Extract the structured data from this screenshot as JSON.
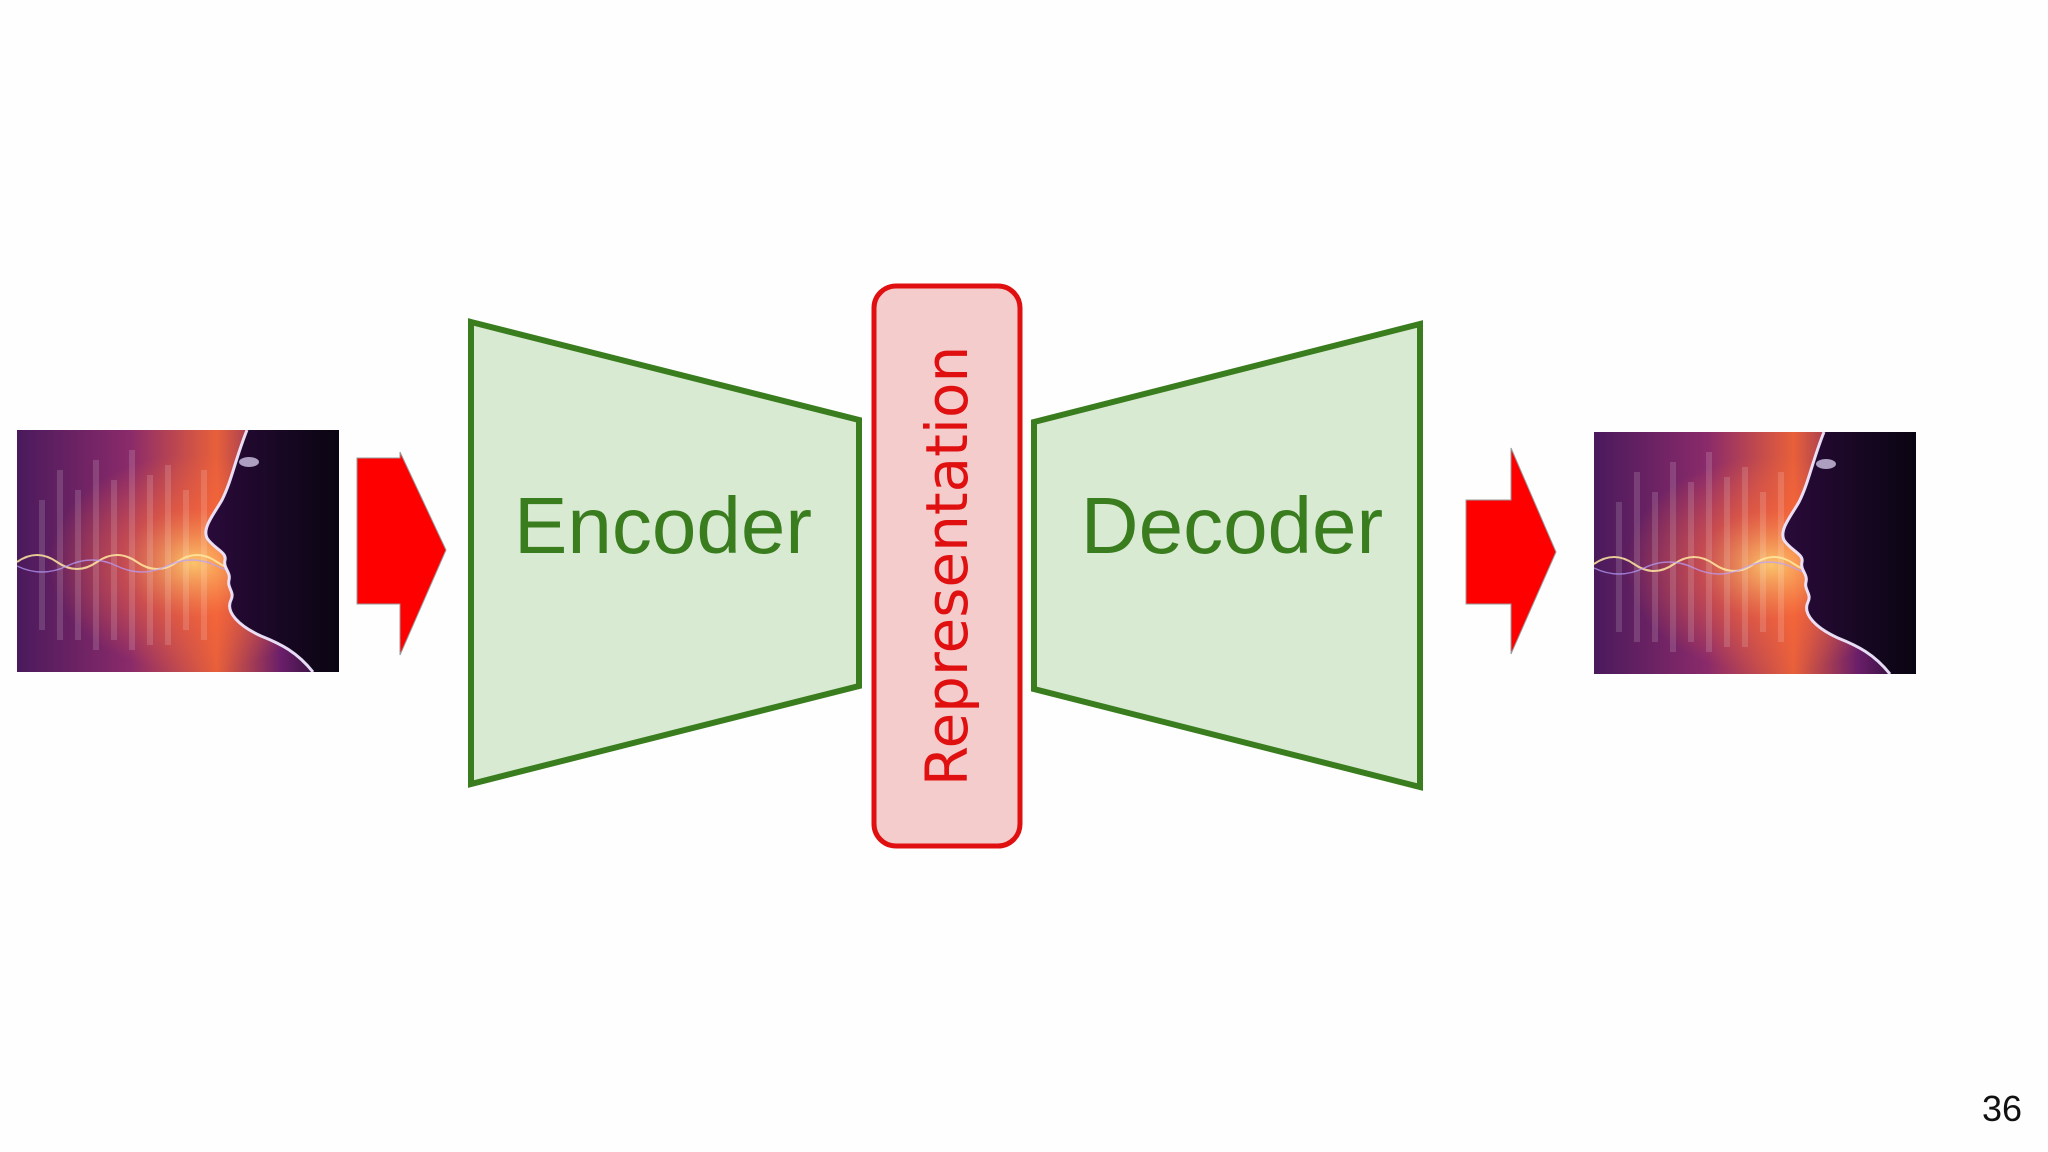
{
  "diagram": {
    "encoder_label": "Encoder",
    "representation_label": "Representation",
    "decoder_label": "Decoder",
    "input_image": "voice-face-image",
    "output_image": "voice-face-image",
    "arrow_icon": "right-arrow-icon"
  },
  "colors": {
    "block_fill": "#d9ead3",
    "block_stroke": "#3a7d1e",
    "block_text": "#3a7d1e",
    "representation_fill": "#f4cccc",
    "representation_stroke": "#e01010",
    "representation_text": "#e01010",
    "arrow_fill": "#ff0000"
  },
  "footer": {
    "page_number": "36"
  }
}
